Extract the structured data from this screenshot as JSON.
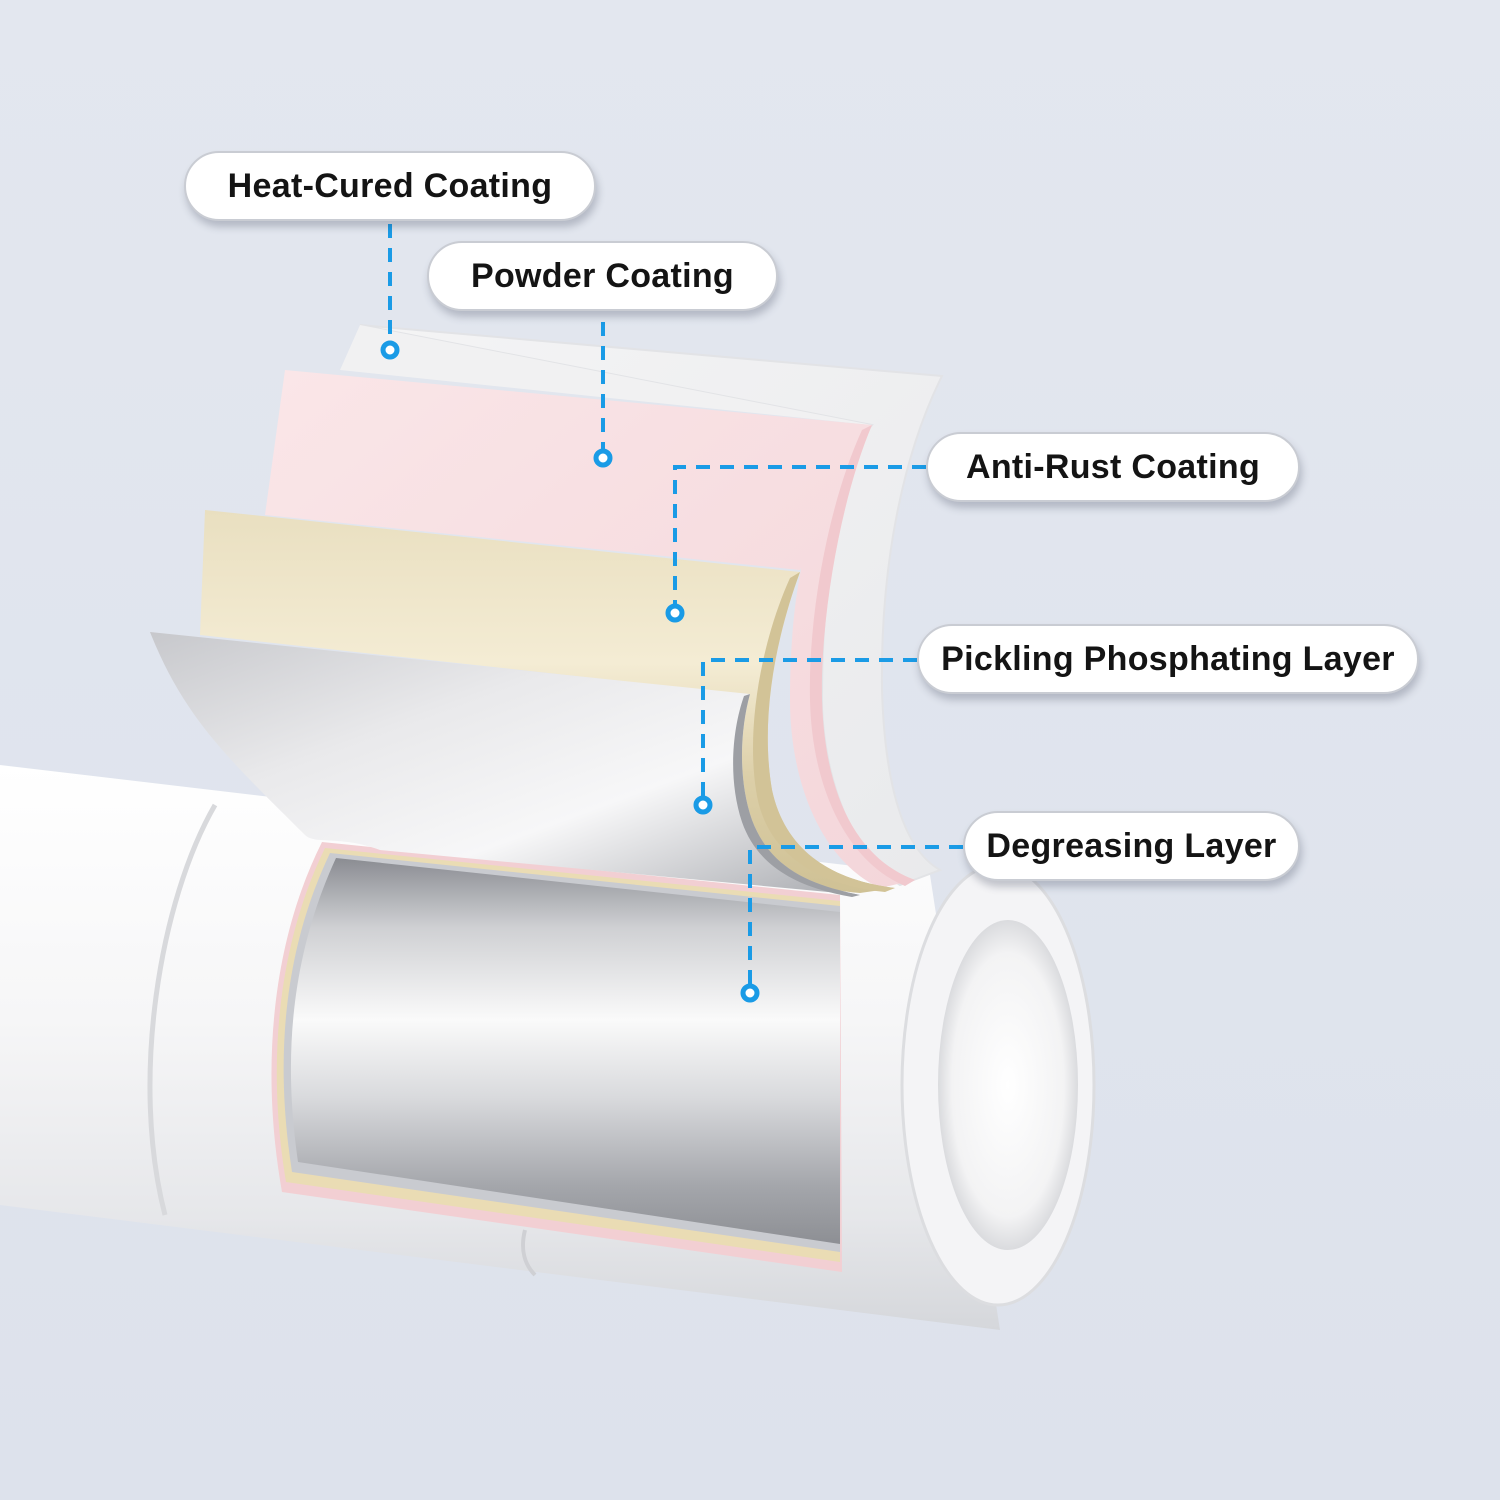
{
  "colors": {
    "background": "#e1e6ee",
    "leader_line": "#1a9be6",
    "pipe_white": "#f7f7f8",
    "heat_cured_layer": "#f5f5f5",
    "powder_layer": "#f7dde0",
    "anti_rust_layer": "#e8dcb9",
    "degreasing_layer": "#c9cacd",
    "steel": "#b8b9bd"
  },
  "callouts": [
    {
      "label": "Heat-Cured Coating",
      "layer": "heat-cured"
    },
    {
      "label": "Powder Coating",
      "layer": "powder"
    },
    {
      "label": "Anti-Rust Coating",
      "layer": "anti-rust"
    },
    {
      "label": "Pickling Phosphating Layer",
      "layer": "pickling-phosphating"
    },
    {
      "label": "Degreasing Layer",
      "layer": "degreasing"
    }
  ]
}
